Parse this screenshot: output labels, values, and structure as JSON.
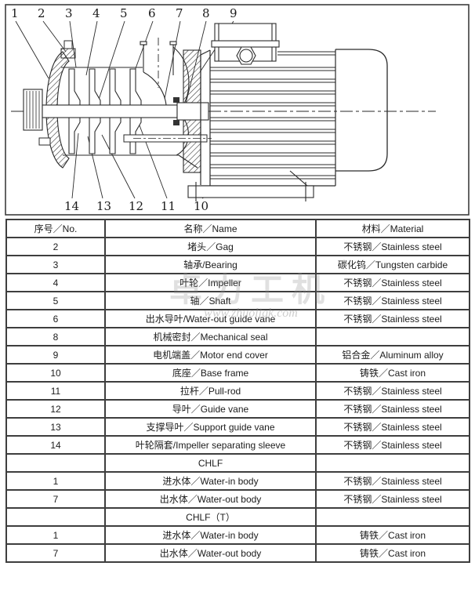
{
  "diagram": {
    "callouts_top": [
      "1",
      "2",
      "3",
      "4",
      "5",
      "6",
      "7",
      "8",
      "9"
    ],
    "callouts_bottom": [
      "14",
      "13",
      "12",
      "11",
      "10"
    ]
  },
  "watermark": {
    "text_cn": "卓力工机",
    "url": "www.zhuoligk.com"
  },
  "table": {
    "headers": [
      "序号／No.",
      "名称／Name",
      "材料／Material"
    ],
    "rows": [
      [
        "2",
        "堵头／Gag",
        "不锈钢／Stainless steel"
      ],
      [
        "3",
        "轴承/Bearing",
        "碳化钨／Tungsten carbide"
      ],
      [
        "4",
        "叶轮／Impeller",
        "不锈钢／Stainless steel"
      ],
      [
        "5",
        "轴／Shaft",
        "不锈钢／Stainless steel"
      ],
      [
        "6",
        "出水导叶/Water-out guide vane",
        "不锈钢／Stainless steel"
      ],
      [
        "8",
        "机械密封／Mechanical seal",
        ""
      ],
      [
        "9",
        "电机端盖／Motor end cover",
        "铝合金／Aluminum alloy"
      ],
      [
        "10",
        "底座／Base frame",
        "铸铁／Cast iron"
      ],
      [
        "11",
        "拉杆／Pull-rod",
        "不锈钢／Stainless steel"
      ],
      [
        "12",
        "导叶／Guide vane",
        "不锈钢／Stainless steel"
      ],
      [
        "13",
        "支撑导叶／Support guide vane",
        "不锈钢／Stainless steel"
      ],
      [
        "14",
        "叶轮隔套/Impeller separating sleeve",
        "不锈钢／Stainless steel"
      ],
      [
        "",
        "CHLF",
        ""
      ],
      [
        "1",
        "进水体／Water-in body",
        "不锈钢／Stainless steel"
      ],
      [
        "7",
        "出水体／Water-out body",
        "不锈钢／Stainless steel"
      ],
      [
        "",
        "CHLF（T）",
        ""
      ],
      [
        "1",
        "进水体／Water-in body",
        "铸铁／Cast iron"
      ],
      [
        "7",
        "出水体／Water-out body",
        "铸铁／Cast iron"
      ]
    ]
  }
}
